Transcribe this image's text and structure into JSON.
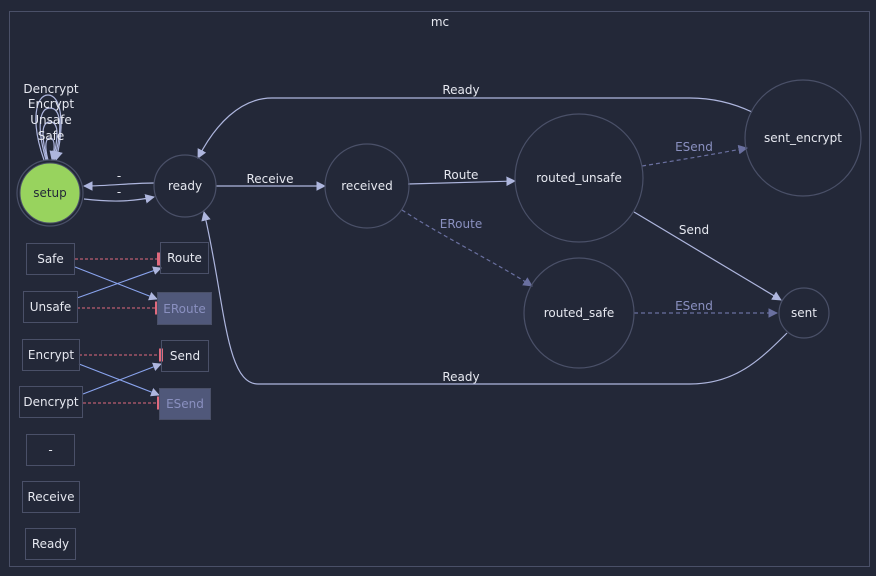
{
  "diagram": {
    "title": "mc",
    "colors": {
      "background": "#232838",
      "node_stroke": "#4a5068",
      "edge": "#aeb6de",
      "edge_dim": "#6a70a0",
      "text": "#e6e8f0",
      "text_dim": "#8a90c0",
      "initial_fill": "#98d35e",
      "inhibit": "#e06a7e",
      "disabled_fill": "#50587a"
    },
    "states": {
      "setup": "setup",
      "ready": "ready",
      "received": "received",
      "routed_unsafe": "routed_unsafe",
      "routed_safe": "routed_safe",
      "sent_encrypt": "sent_encrypt",
      "sent": "sent"
    },
    "self_loops": [
      "Dencrypt",
      "Encrypt",
      "Unsafe",
      "Safe"
    ],
    "edges": {
      "ready_to_setup": "-",
      "setup_to_ready": "-",
      "receive": "Receive",
      "route": "Route",
      "eroute": "ERoute",
      "esend_top": "ESend",
      "send": "Send",
      "esend_bottom": "ESend",
      "ready_top": "Ready",
      "ready_bottom": "Ready"
    },
    "events": {
      "safe": "Safe",
      "unsafe": "Unsafe",
      "encrypt": "Encrypt",
      "dencrypt": "Dencrypt",
      "dash": "-",
      "receive": "Receive",
      "ready": "Ready"
    },
    "actions": {
      "route": "Route",
      "eroute": "ERoute",
      "send": "Send",
      "esend": "ESend"
    }
  }
}
